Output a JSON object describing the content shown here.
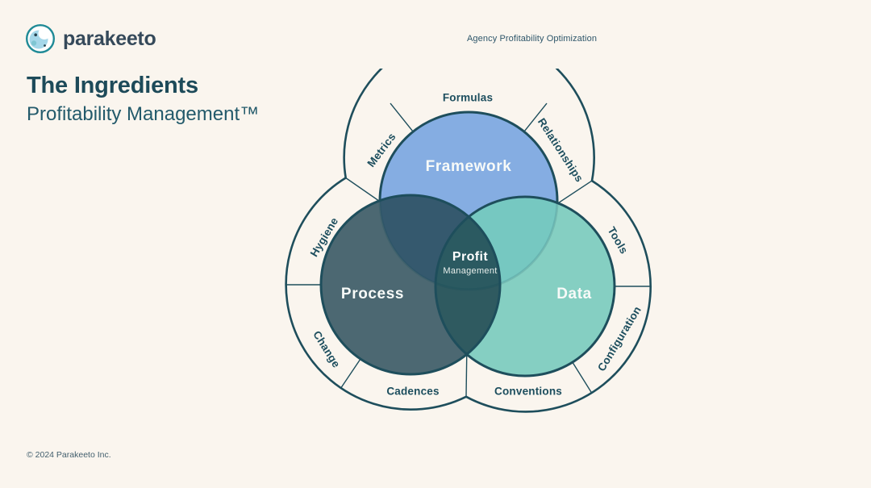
{
  "page": {
    "background": "#faf5ee",
    "outline_color": "#1e4e5c"
  },
  "header": {
    "logo_text": "parakeeto",
    "tagline": "Agency Profitability Optimization"
  },
  "title": {
    "heading": "The Ingredients",
    "subheading": "Profitability Management™"
  },
  "diagram": {
    "center": {
      "title": "Profit",
      "subtitle": "Management"
    },
    "circles": [
      {
        "id": "framework",
        "label": "Framework",
        "color": "#85ade2"
      },
      {
        "id": "process",
        "label": "Process",
        "color": "#4c6872"
      },
      {
        "id": "data",
        "label": "Data",
        "color": "#85cfc2"
      }
    ],
    "overlaps": {
      "framework_process": "#35596e",
      "framework_data": "#76c8c1",
      "process_data": "#2f5a60",
      "center": "#2b5a61"
    },
    "ring_labels": [
      "Formulas",
      "Relationships",
      "Tools",
      "Configuration",
      "Conventions",
      "Cadences",
      "Change",
      "Hygiene",
      "Metrics"
    ]
  },
  "footer": {
    "copyright": "© 2024 Parakeeto Inc."
  }
}
